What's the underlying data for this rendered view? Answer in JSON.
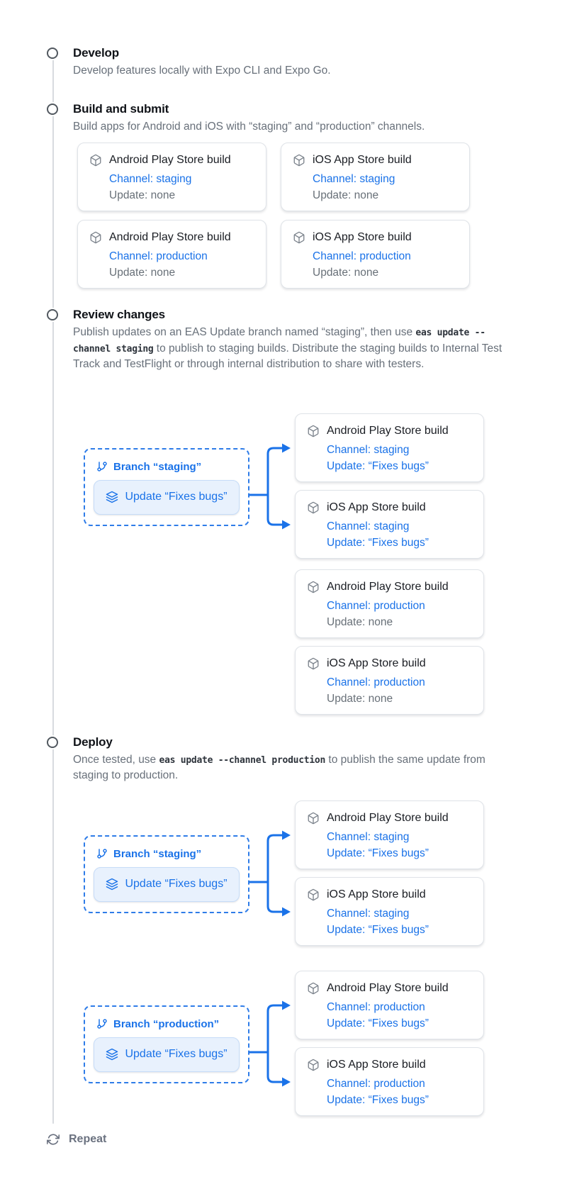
{
  "colors": {
    "accent_blue": "#1a72e8",
    "heading_text": "#101318",
    "muted_text": "#68707a",
    "card_border": "#dfe3e8",
    "timeline_line": "#d8dbdf",
    "update_button_bg": "#e8f1fd"
  },
  "steps": {
    "develop": {
      "title": "Develop",
      "description": [
        {
          "t": "text",
          "v": "Develop features locally with Expo CLI and Expo Go."
        }
      ]
    },
    "build": {
      "title": "Build and submit",
      "description": [
        {
          "t": "text",
          "v": "Build apps for Android and iOS with “staging” and “production” channels."
        }
      ],
      "cards": [
        {
          "title": "Android Play Store build",
          "channel": "Channel: staging",
          "update": "Update: none",
          "update_blue": false
        },
        {
          "title": "iOS App Store build",
          "channel": "Channel: staging",
          "update": "Update: none",
          "update_blue": false
        },
        {
          "title": "Android Play Store build",
          "channel": "Channel: production",
          "update": "Update: none",
          "update_blue": false
        },
        {
          "title": "iOS App Store build",
          "channel": "Channel: production",
          "update": "Update: none",
          "update_blue": false
        }
      ]
    },
    "review": {
      "title": "Review changes",
      "description": [
        {
          "t": "text",
          "v": "Publish updates on an EAS Update branch named “staging”, then use "
        },
        {
          "t": "code",
          "v": "eas update --channel staging"
        },
        {
          "t": "text",
          "v": " to publish to staging builds. Distribute the staging builds to Internal Test Track and TestFlight or through internal distribution to share with testers."
        }
      ],
      "diagram": {
        "branch_label": "Branch “staging”",
        "update_button": "Update “Fixes bugs”",
        "cards": [
          {
            "title": "Android Play Store build",
            "channel": "Channel: staging",
            "update": "Update: “Fixes bugs”",
            "update_blue": true
          },
          {
            "title": "iOS App Store build",
            "channel": "Channel: staging",
            "update": "Update: “Fixes bugs”",
            "update_blue": true
          },
          {
            "title": "Android Play Store build",
            "channel": "Channel: production",
            "update": "Update: none",
            "update_blue": false
          },
          {
            "title": "iOS App Store build",
            "channel": "Channel: production",
            "update": "Update: none",
            "update_blue": false
          }
        ]
      }
    },
    "deploy": {
      "title": "Deploy",
      "description": [
        {
          "t": "text",
          "v": "Once tested, use "
        },
        {
          "t": "code",
          "v": "eas update --channel production"
        },
        {
          "t": "text",
          "v": " to publish the same update from staging to production."
        }
      ],
      "diagrams": [
        {
          "branch_label": "Branch “staging”",
          "update_button": "Update “Fixes bugs”",
          "cards": [
            {
              "title": "Android Play Store build",
              "channel": "Channel: staging",
              "update": "Update: “Fixes bugs”",
              "update_blue": true
            },
            {
              "title": "iOS App Store build",
              "channel": "Channel: staging",
              "update": "Update: “Fixes bugs”",
              "update_blue": true
            }
          ]
        },
        {
          "branch_label": "Branch “production”",
          "update_button": "Update “Fixes bugs”",
          "cards": [
            {
              "title": "Android Play Store build",
              "channel": "Channel: production",
              "update": "Update: “Fixes bugs”",
              "update_blue": true
            },
            {
              "title": "iOS App Store build",
              "channel": "Channel: production",
              "update": "Update: “Fixes bugs”",
              "update_blue": true
            }
          ]
        }
      ]
    },
    "repeat": {
      "label": "Repeat"
    }
  }
}
